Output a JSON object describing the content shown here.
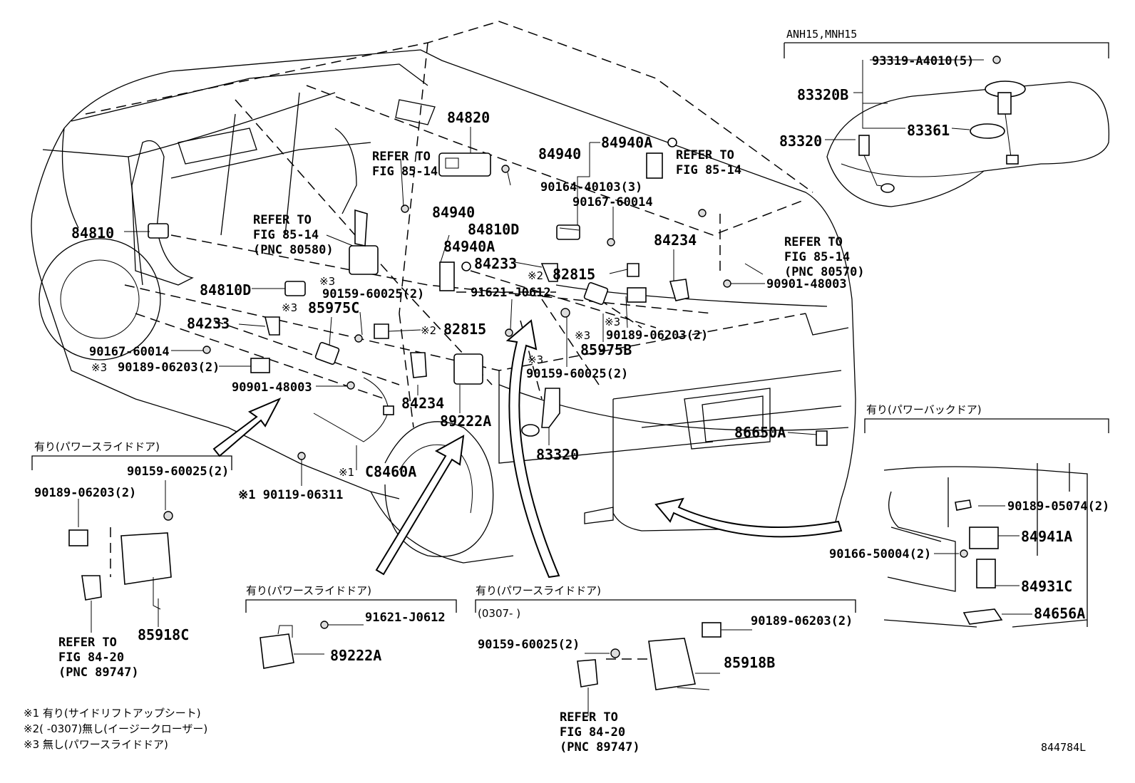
{
  "diagram_code": "844784L",
  "model_header": "ANH15,MNH15",
  "section_labels": {
    "power_back_door": "有り(パワーバックドア)",
    "power_slide_door_left": "有り(パワースライドドア)",
    "power_slide_door_mid": "有り(パワースライドドア)",
    "power_slide_door_right": "有り(パワースライドドア)",
    "date_range": "(0307-    )"
  },
  "refer_notes": {
    "fig85_14_a_line1": "REFER TO",
    "fig85_14_a_line2": "FIG 85-14",
    "fig85_14_b_line1": "REFER TO",
    "fig85_14_b_line2": "FIG 85-14",
    "fig85_14_c_line1": "REFER TO",
    "fig85_14_c_line2": "FIG 85-14",
    "fig85_14_c_line3": "(PNC 80580)",
    "fig85_14_d_line1": "REFER TO",
    "fig85_14_d_line2": "FIG 85-14",
    "fig85_14_d_line3": "(PNC 80570)",
    "fig84_20_a_line1": "REFER TO",
    "fig84_20_a_line2": "FIG 84-20",
    "fig84_20_a_line3": "(PNC 89747)",
    "fig84_20_b_line1": "REFER TO",
    "fig84_20_b_line2": "FIG 84-20",
    "fig84_20_b_line3": "(PNC 89747)"
  },
  "parts": {
    "p84820": "84820",
    "p84940_top": "84940",
    "p84940A_top": "84940A",
    "p90164": "90164-40103(3)",
    "p90167_top": "90167-60014",
    "p84940_mid": "84940",
    "p84810D_right": "84810D",
    "p84940A_mid": "84940A",
    "p84233_mid": "84233",
    "p84234_right": "84234",
    "p82815_right": "82815",
    "p90901_right": "90901-48003",
    "p91621_mid": "91621-J0612",
    "p90189_right": "90189-06203(2)",
    "p85975B": "85975B",
    "p90159_mid": "90159-60025(2)",
    "p84810": "84810",
    "p84810D_left": "84810D",
    "p90159_left": "90159-60025(2)",
    "p85975C": "85975C",
    "p84233_left": "84233",
    "p82815_left": "82815",
    "p90167_left": "90167-60014",
    "p90189_left": "90189-06203(2)",
    "p90901_left": "90901-48003",
    "p84234_mid": "84234",
    "p89222A_mid": "89222A",
    "p83320_mid": "83320",
    "p86650A": "86650A",
    "pC8460A": "C8460A",
    "p90119": "90119-06311",
    "p93319": "93319-A4010(5)",
    "p83320B": "83320B",
    "p83361": "83361",
    "p83320_top": "83320",
    "p90159_box1": "90159-60025(2)",
    "p90189_box1": "90189-06203(2)",
    "p85918C": "85918C",
    "p91621_box2": "91621-J0612",
    "p89222A_box2": "89222A",
    "p90189_box3": "90189-06203(2)",
    "p90159_box3": "90159-60025(2)",
    "p85918B": "85918B",
    "p90189_box4": "90189-05074(2)",
    "p84941A": "84941A",
    "p90166": "90166-50004(2)",
    "p84931C": "84931C",
    "p84656A": "84656A"
  },
  "marks": {
    "m1": "※1",
    "m2a": "※2",
    "m2b": "※2",
    "m3a": "※3",
    "m3b": "※3",
    "m3c": "※3",
    "m3d": "※3",
    "m3e": "※3",
    "m3f": "※3"
  },
  "footnotes": {
    "f1": "※1 有り(サイドリフトアップシート)",
    "f2": "※2(    -0307)無し(イージークローザー)",
    "f3": "※3 無し(パワースライドドア)"
  }
}
